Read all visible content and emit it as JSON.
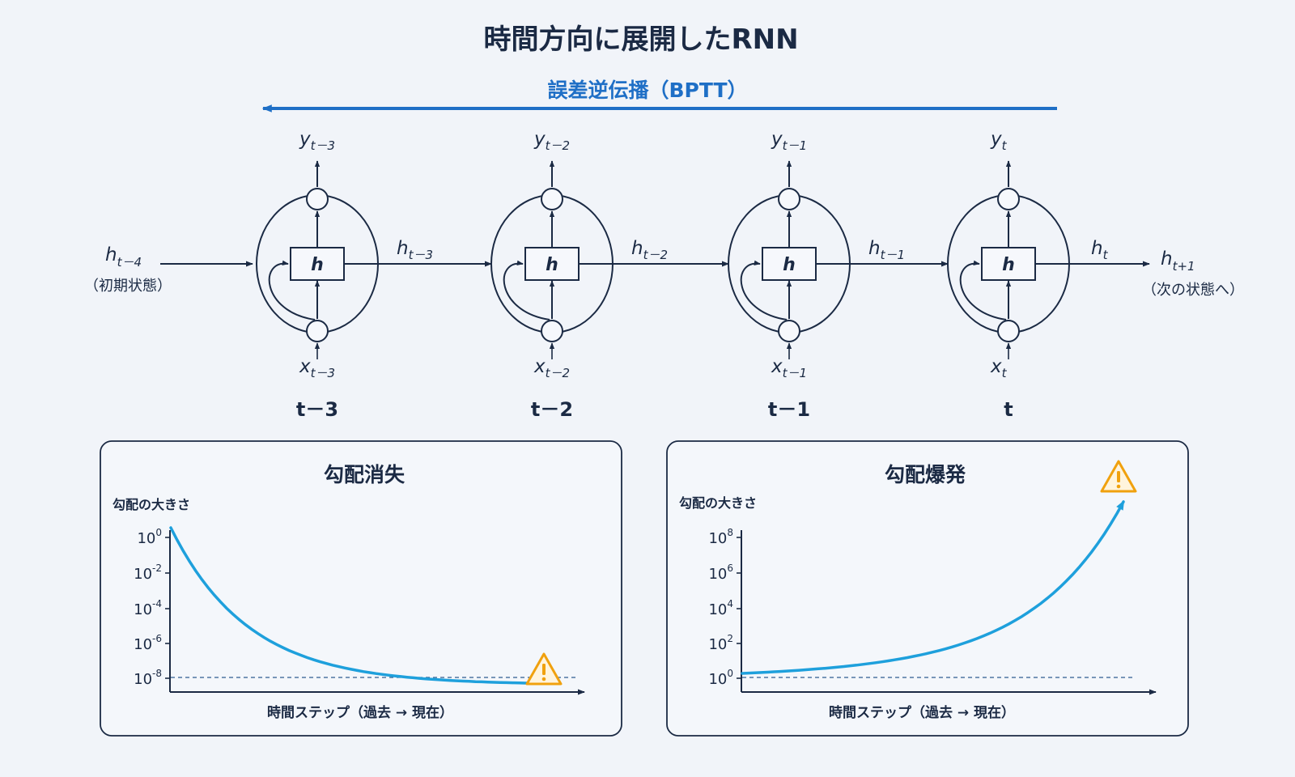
{
  "title": "時間方向に展開したRNN",
  "bptt_label": "誤差逆伝播（BPTT）",
  "colors": {
    "ink": "#1b2a44",
    "accent": "#1f6fc6",
    "curve": "#1ea0dc",
    "warning": "#f0a10e"
  },
  "cell_label": "h",
  "initial_state": {
    "var": "h",
    "sub": "t－4",
    "note": "（初期状態）"
  },
  "next_state": {
    "var": "h",
    "sub": "t+1",
    "note": "（次の状態へ）"
  },
  "cells": [
    {
      "y": "y",
      "y_sub": "t－3",
      "x": "x",
      "x_sub": "t－3",
      "h_out": "h",
      "h_out_sub": "t－3",
      "step": "t－3"
    },
    {
      "y": "y",
      "y_sub": "t－2",
      "x": "x",
      "x_sub": "t－2",
      "h_out": "h",
      "h_out_sub": "t－2",
      "step": "t－2"
    },
    {
      "y": "y",
      "y_sub": "t－1",
      "x": "x",
      "x_sub": "t－1",
      "h_out": "h",
      "h_out_sub": "t－1",
      "step": "t－1"
    },
    {
      "y": "y",
      "y_sub": "t",
      "x": "x",
      "x_sub": "t",
      "h_out": "h",
      "h_out_sub": "t",
      "step": "t"
    }
  ],
  "chart_data": [
    {
      "type": "line",
      "title": "勾配消失",
      "ylabel": "勾配の大きさ",
      "xlabel": "時間ステップ（過去 → 現在）",
      "yscale": "log",
      "y_ticks": [
        {
          "base": "10",
          "exp": "0"
        },
        {
          "base": "10",
          "exp": "-2"
        },
        {
          "base": "10",
          "exp": "-4"
        },
        {
          "base": "10",
          "exp": "-6"
        },
        {
          "base": "10",
          "exp": "-8"
        }
      ],
      "trend": "exponential decay",
      "reference_line": "10^-8 (dashed)",
      "warning_icon": "warning-triangle-icon"
    },
    {
      "type": "line",
      "title": "勾配爆発",
      "ylabel": "勾配の大きさ",
      "xlabel": "時間ステップ（過去 → 現在）",
      "yscale": "log",
      "y_ticks": [
        {
          "base": "10",
          "exp": "8"
        },
        {
          "base": "10",
          "exp": "6"
        },
        {
          "base": "10",
          "exp": "4"
        },
        {
          "base": "10",
          "exp": "2"
        },
        {
          "base": "10",
          "exp": "0"
        }
      ],
      "trend": "exponential growth",
      "reference_line": "10^0 (dashed)",
      "warning_icon": "warning-triangle-icon"
    }
  ]
}
